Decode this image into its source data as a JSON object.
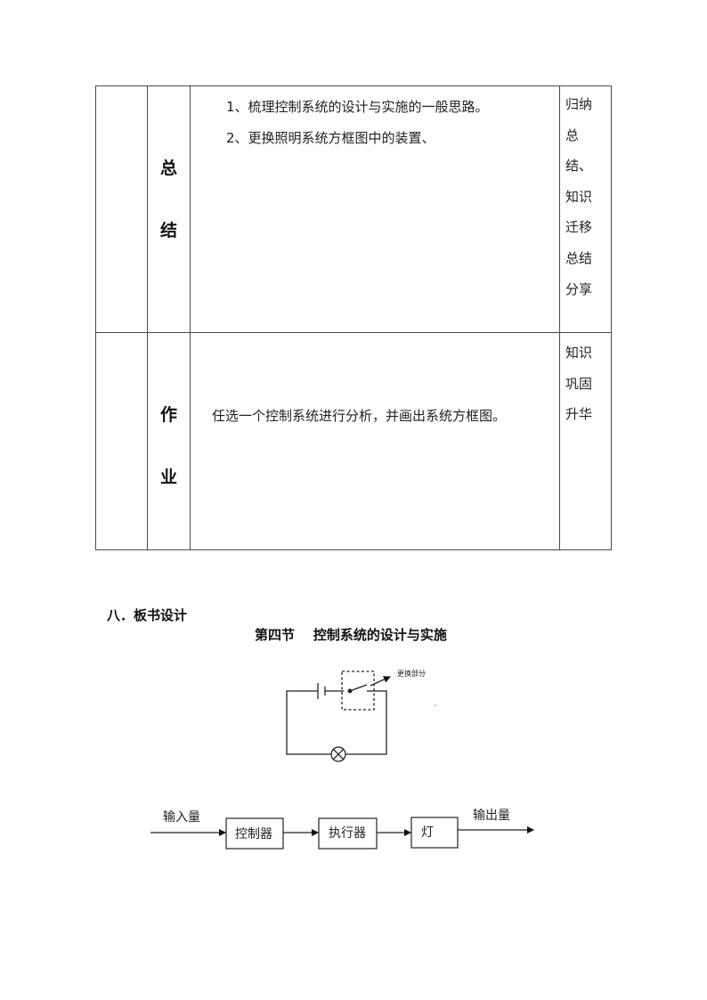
{
  "table": {
    "rows": [
      {
        "category_chars": [
          "总",
          "结"
        ],
        "content": [
          "1、梳理控制系统的设计与实施的一般思路。",
          "2、更换照明系统方框图中的装置、"
        ],
        "notes": [
          "归纳",
          "总",
          "结、",
          "知识",
          "迁移",
          "总结",
          "分享"
        ]
      },
      {
        "category_chars": [
          "作",
          "业"
        ],
        "content": [
          "任选一个控制系统进行分析，并画出系统方框图。"
        ],
        "notes": [
          "知识",
          "巩固",
          "升华"
        ]
      }
    ]
  },
  "section": {
    "title": "八．板书设计",
    "board_title": "第四节    控制系统的设计与实施"
  },
  "circuit": {
    "replace_label": "更换部分"
  },
  "block_diagram": {
    "input_label": "输入量",
    "output_label": "输出量",
    "blocks": [
      "控制器",
      "执行器",
      "灯"
    ]
  }
}
